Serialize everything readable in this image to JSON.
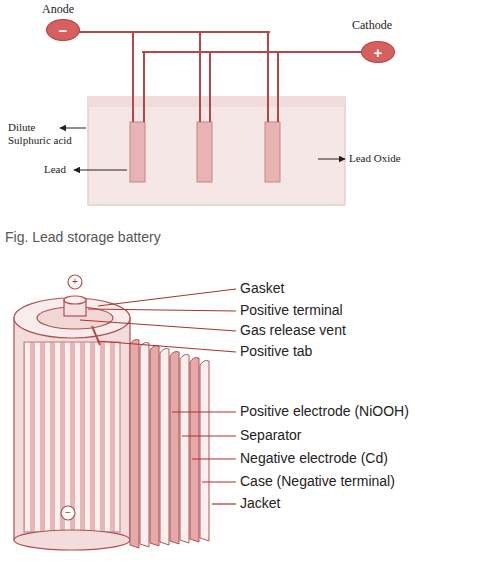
{
  "diagram": {
    "caption": "Fig. Lead storage battery",
    "nodes": [
      {
        "text": [
          "−"
        ]
      },
      {
        "text": [
          "+"
        ]
      }
    ],
    "labels": [
      "Anode",
      "Cathode",
      "Dilute Sulphuric acid",
      "Lead",
      "Lead Oxide",
      "Gasket",
      "Positive terminal",
      "Gas release vent",
      "Positive tab",
      "Positive electrode (NiOOH)",
      "Separator",
      "Negative electrode (Cd)",
      "Case (Negative terminal)",
      "Jacket",
      "+",
      "−"
    ]
  }
}
